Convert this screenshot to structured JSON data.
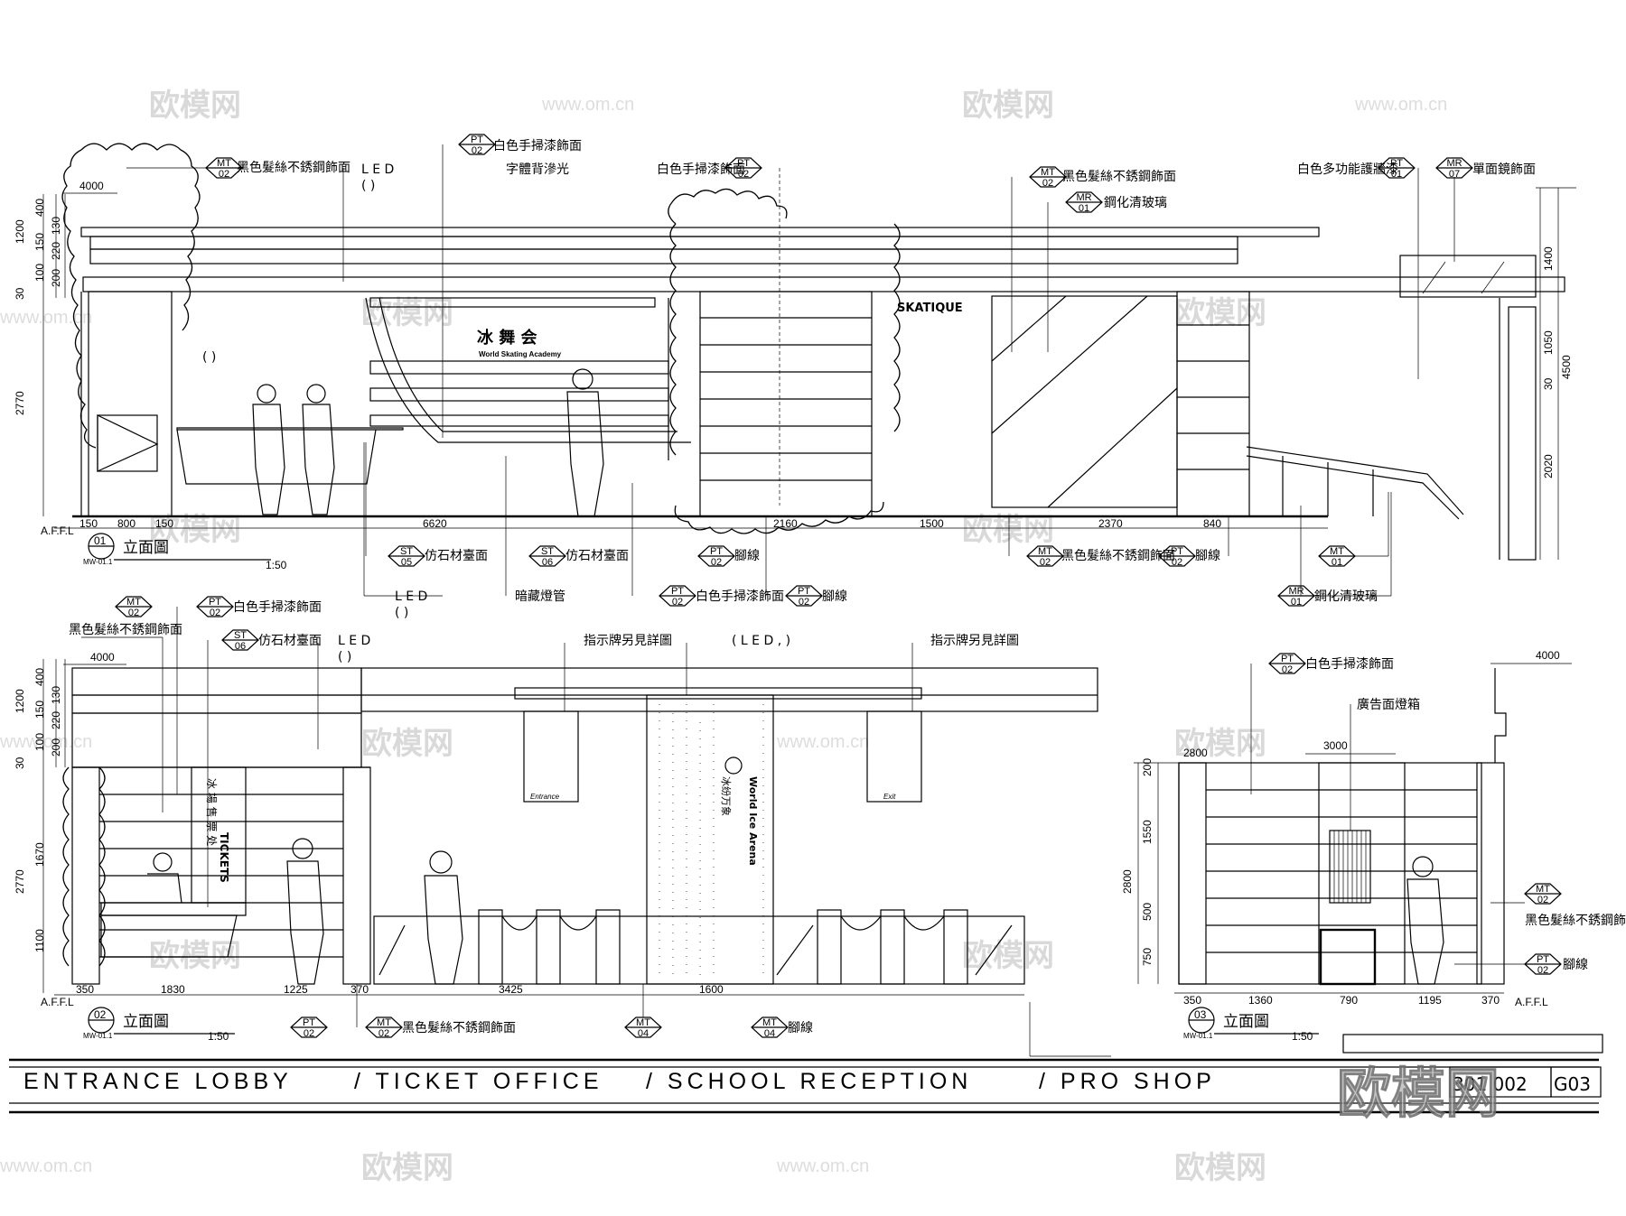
{
  "watermark": {
    "text": "欧模网",
    "url": "www.om.cn",
    "stamp": "欧模网"
  },
  "title_bar": {
    "items": [
      "ENTRANCE  LOBBY",
      "/ TICKET OFFICE",
      "/ SCHOOL RECEPTION",
      "/ PRO SHOP"
    ],
    "sheet_no": "301 002",
    "sheet_code": "G03"
  },
  "elevation_01": {
    "label": "立面圖",
    "no": "01",
    "ref": "MW-01.1",
    "scale": "1:50",
    "top_dims": [
      "4000"
    ],
    "left_dims": [
      "1200",
      "400",
      "150",
      "130",
      "220",
      "100",
      "200",
      "30",
      "2770"
    ],
    "right_dims": [
      "1400",
      "1050",
      "30",
      "4500",
      "2020"
    ],
    "bottom_dims": [
      "150",
      "800",
      "150",
      "6620",
      "2160",
      "1500",
      "2370",
      "840"
    ],
    "afl": "A.F.F.L",
    "signage": {
      "logo_cn": "冰 舞 会",
      "logo_en": "World Skating Academy",
      "shop": "SKATIQUE"
    },
    "notes_top": [
      {
        "code": "MT",
        "num": "02",
        "text": "黑色髮絲不銹鋼飾面"
      },
      {
        "code": "PT",
        "num": "02",
        "text": "白色手掃漆飾面"
      },
      {
        "text": "字體背滲光"
      },
      {
        "text": "L E D"
      },
      {
        "text": "(          )"
      },
      {
        "code": "PT",
        "num": "02",
        "text": "白色手掃漆飾面"
      },
      {
        "code": "MT",
        "num": "02",
        "text": "黑色髮絲不銹鋼飾面"
      },
      {
        "code": "MR",
        "num": "01",
        "text": "鋼化清玻璃"
      },
      {
        "code": "PT",
        "num": "01",
        "text": "白色多功能護牆漆"
      },
      {
        "code": "MR",
        "num": "07",
        "text": "單面鏡飾面"
      }
    ],
    "notes_bottom": [
      {
        "code": "ST",
        "num": "05",
        "text": "仿石材臺面"
      },
      {
        "code": "ST",
        "num": "06",
        "text": "仿石材臺面"
      },
      {
        "text": "L E D"
      },
      {
        "text": "(          )"
      },
      {
        "text": "暗藏燈管"
      },
      {
        "code": "PT",
        "num": "02",
        "text": "白色手掃漆飾面"
      },
      {
        "code": "PT",
        "num": "02",
        "text": "腳線"
      },
      {
        "code": "PT",
        "num": "02",
        "text": "腳線"
      },
      {
        "code": "MT",
        "num": "02",
        "text": "黑色髮絲不銹鋼飾面"
      },
      {
        "code": "PT",
        "num": "02",
        "text": "腳線"
      },
      {
        "code": "MT",
        "num": "01",
        "text": ""
      },
      {
        "code": "MR",
        "num": "01",
        "text": "鋼化清玻璃"
      }
    ],
    "paren": "(     )"
  },
  "elevation_02": {
    "label": "立面圖",
    "no": "02",
    "ref": "MW-01.1",
    "scale": "1:50",
    "top_dims": [
      "4000"
    ],
    "left_dims": [
      "1200",
      "400",
      "150",
      "130",
      "220",
      "100",
      "200",
      "30",
      "2770",
      "1670",
      "1100"
    ],
    "bottom_dims": [
      "350",
      "1830",
      "1225",
      "370",
      "3425",
      "1600"
    ],
    "afl": "A.F.F.L",
    "signage": {
      "ticket_cn": "冰 場 售 票 处",
      "ticket_en": "TICKETS",
      "arena_cn": "冰纷万象",
      "arena_en": "World Ice Arena",
      "entrance": "Entrance",
      "exit": "Exit"
    },
    "notes_top": [
      {
        "code": "MT",
        "num": "02",
        "text": "黑色髮絲不銹鋼飾面"
      },
      {
        "code": "PT",
        "num": "02",
        "text": "白色手掃漆飾面"
      },
      {
        "code": "ST",
        "num": "06",
        "text": "仿石材臺面"
      },
      {
        "text": "L E D"
      },
      {
        "text": "(          )"
      },
      {
        "text": "指示牌另見詳圖"
      },
      {
        "text": "( L E D  ,     )"
      },
      {
        "text": "指示牌另見詳圖"
      }
    ],
    "notes_bottom": [
      {
        "code": "PT",
        "num": "02",
        "text": ""
      },
      {
        "code": "MT",
        "num": "02",
        "text": "黑色髮絲不銹鋼飾面"
      },
      {
        "code": "MT",
        "num": "04",
        "text": ""
      },
      {
        "code": "MT",
        "num": "04",
        "text": "腳線"
      }
    ]
  },
  "elevation_03": {
    "label": "立面圖",
    "no": "03",
    "ref": "MW-01.1",
    "scale": "1:50",
    "top_dims": [
      "4000",
      "3000",
      "2800"
    ],
    "left_dims": [
      "200",
      "1550",
      "2800",
      "500",
      "750"
    ],
    "bottom_dims": [
      "350",
      "1360",
      "790",
      "1195",
      "370"
    ],
    "afl": "A.F.F.L",
    "notes": [
      {
        "code": "PT",
        "num": "02",
        "text": "白色手掃漆飾面"
      },
      {
        "text": "廣告面燈箱"
      },
      {
        "code": "MT",
        "num": "02",
        "text": "黑色髮絲不銹鋼飾面"
      },
      {
        "code": "PT",
        "num": "02",
        "text": "腳線"
      }
    ]
  },
  "colors": {
    "ink": "#000000",
    "watermark": "#d9d9d9",
    "paper": "#ffffff"
  }
}
